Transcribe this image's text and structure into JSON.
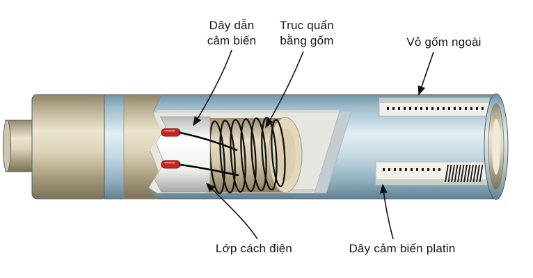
{
  "diagram": {
    "labels": {
      "sensor_leads": "Dây dẫn\ncảm biến",
      "ceramic_core": "Trục quấn\nbằng gốm",
      "outer_shell": "Vỏ gốm ngoài",
      "insulation": "Lớp cách điện",
      "platinum_wire": "Dây cảm biến platin"
    },
    "colors": {
      "ceramic_tan": "#c9bda2",
      "shell_blue": "#aec9d8",
      "insulation_white": "#f2f1ec",
      "terminal_red": "#c62421",
      "wire_black": "#111111",
      "background": "#ffffff"
    }
  }
}
